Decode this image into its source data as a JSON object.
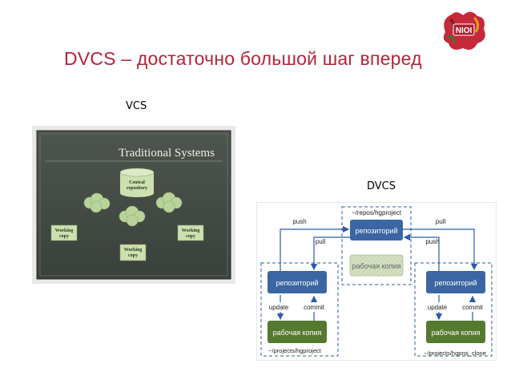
{
  "slide": {
    "title": "DVCS – достаточно большой шаг вперед",
    "vcs_label": "VCS",
    "dvcs_label": "DVCS"
  },
  "logo": {
    "text": "NIOI",
    "icon": "nioi-logo-icon"
  },
  "vcs_figure": {
    "title": "Traditional Systems",
    "central_line1": "Central",
    "central_line2": "repository",
    "working_left_line1": "Working",
    "working_left_line2": "copy",
    "working_right_line1": "Working",
    "working_right_line2": "copy",
    "working_bottom_line1": "Working",
    "working_bottom_line2": "copy",
    "colors": {
      "background": "#434943",
      "node": "#cde0b0",
      "cloud": "#b8d49a",
      "title": "#f0f0e0"
    }
  },
  "dvcs_figure": {
    "server_path": "~/repos/hgproject",
    "server_repo": "репозиторий",
    "server_working": "рабочая копия",
    "left_repo": "репозиторий",
    "left_working": "рабочая копия",
    "left_path": "~/projects/hgproject",
    "right_repo": "репозиторий",
    "right_working": "рабочая копия",
    "right_path": "~/projects/hgproj_clone",
    "push_left": "push",
    "pull_left": "pull",
    "pull_right": "pull",
    "push_right": "push",
    "update_left": "update",
    "commit_left": "commit",
    "update_right": "update",
    "commit_right": "commit",
    "colors": {
      "repo": "#3c66a3",
      "working": "#557a2f",
      "server_working": "#c9d9b6",
      "dashed": "#2e5aa6",
      "arrow": "#2e5aa6"
    }
  }
}
